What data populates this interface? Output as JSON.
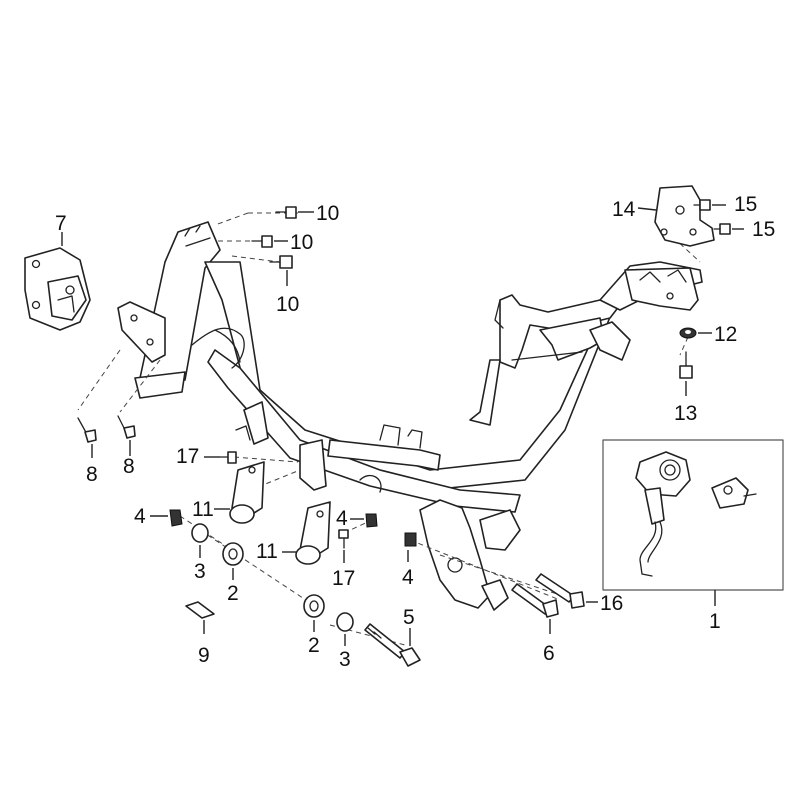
{
  "callouts": {
    "c1": "1",
    "c2a": "2",
    "c2b": "2",
    "c3a": "3",
    "c3b": "3",
    "c4a": "4",
    "c4b": "4",
    "c4c": "4",
    "c5": "5",
    "c6": "6",
    "c7": "7",
    "c8a": "8",
    "c8b": "8",
    "c9": "9",
    "c10a": "10",
    "c10b": "10",
    "c10c": "10",
    "c11a": "11",
    "c11b": "11",
    "c12": "12",
    "c13": "13",
    "c14": "14",
    "c15a": "15",
    "c15b": "15",
    "c16": "16",
    "c17a": "17",
    "c17b": "17"
  },
  "colors": {
    "line": "#222222",
    "background": "#ffffff"
  }
}
